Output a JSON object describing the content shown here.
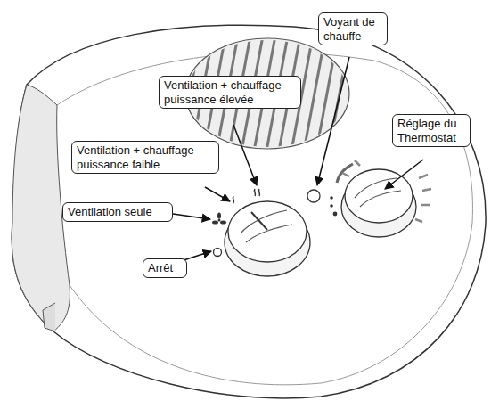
{
  "diagram": {
    "nodes": [
      {
        "text": [
          "Voyant de chauffe"
        ]
      },
      {
        "text": [
          "Ventilation + chauffage puissance élevée"
        ]
      },
      {
        "text": [
          "Réglage du Thermostat"
        ]
      },
      {
        "text": [
          "Ventilation + chauffage puissance faible"
        ]
      },
      {
        "text": [
          "Ventilation seule"
        ]
      },
      {
        "text": [
          "Arrêt"
        ]
      }
    ]
  }
}
